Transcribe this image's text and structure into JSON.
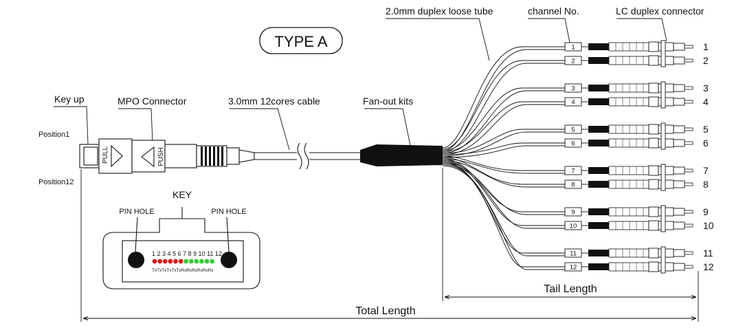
{
  "title": "TYPE A",
  "labels": {
    "key_up": "Key up",
    "mpo_connector": "MPO Connector",
    "cable": "3.0mm 12cores cable",
    "fanout": "Fan-out kits",
    "loose_tube": "2.0mm duplex loose tube",
    "channel_no": "channel No.",
    "lc_connector": "LC duplex connector",
    "position1": "Position1",
    "position12": "Position12",
    "key": "KEY",
    "pin_hole_left": "PIN HOLE",
    "pin_hole_right": "PIN HOLE",
    "tail_length": "Tail Length",
    "total_length": "Total Length",
    "pull": "PULL",
    "push": "PUSH"
  },
  "channels": [
    "1",
    "2",
    "3",
    "4",
    "5",
    "6",
    "7",
    "8",
    "9",
    "10",
    "11",
    "12"
  ],
  "pin_numbers": "1 2 3 4 5 6 7 8 9 10 11 12",
  "pin_roles": "TxTxTxTxTxTxRxRxRxRxRxRx",
  "colors": {
    "tx": "#d81e1e",
    "rx": "#37c937",
    "ink": "#111111"
  }
}
